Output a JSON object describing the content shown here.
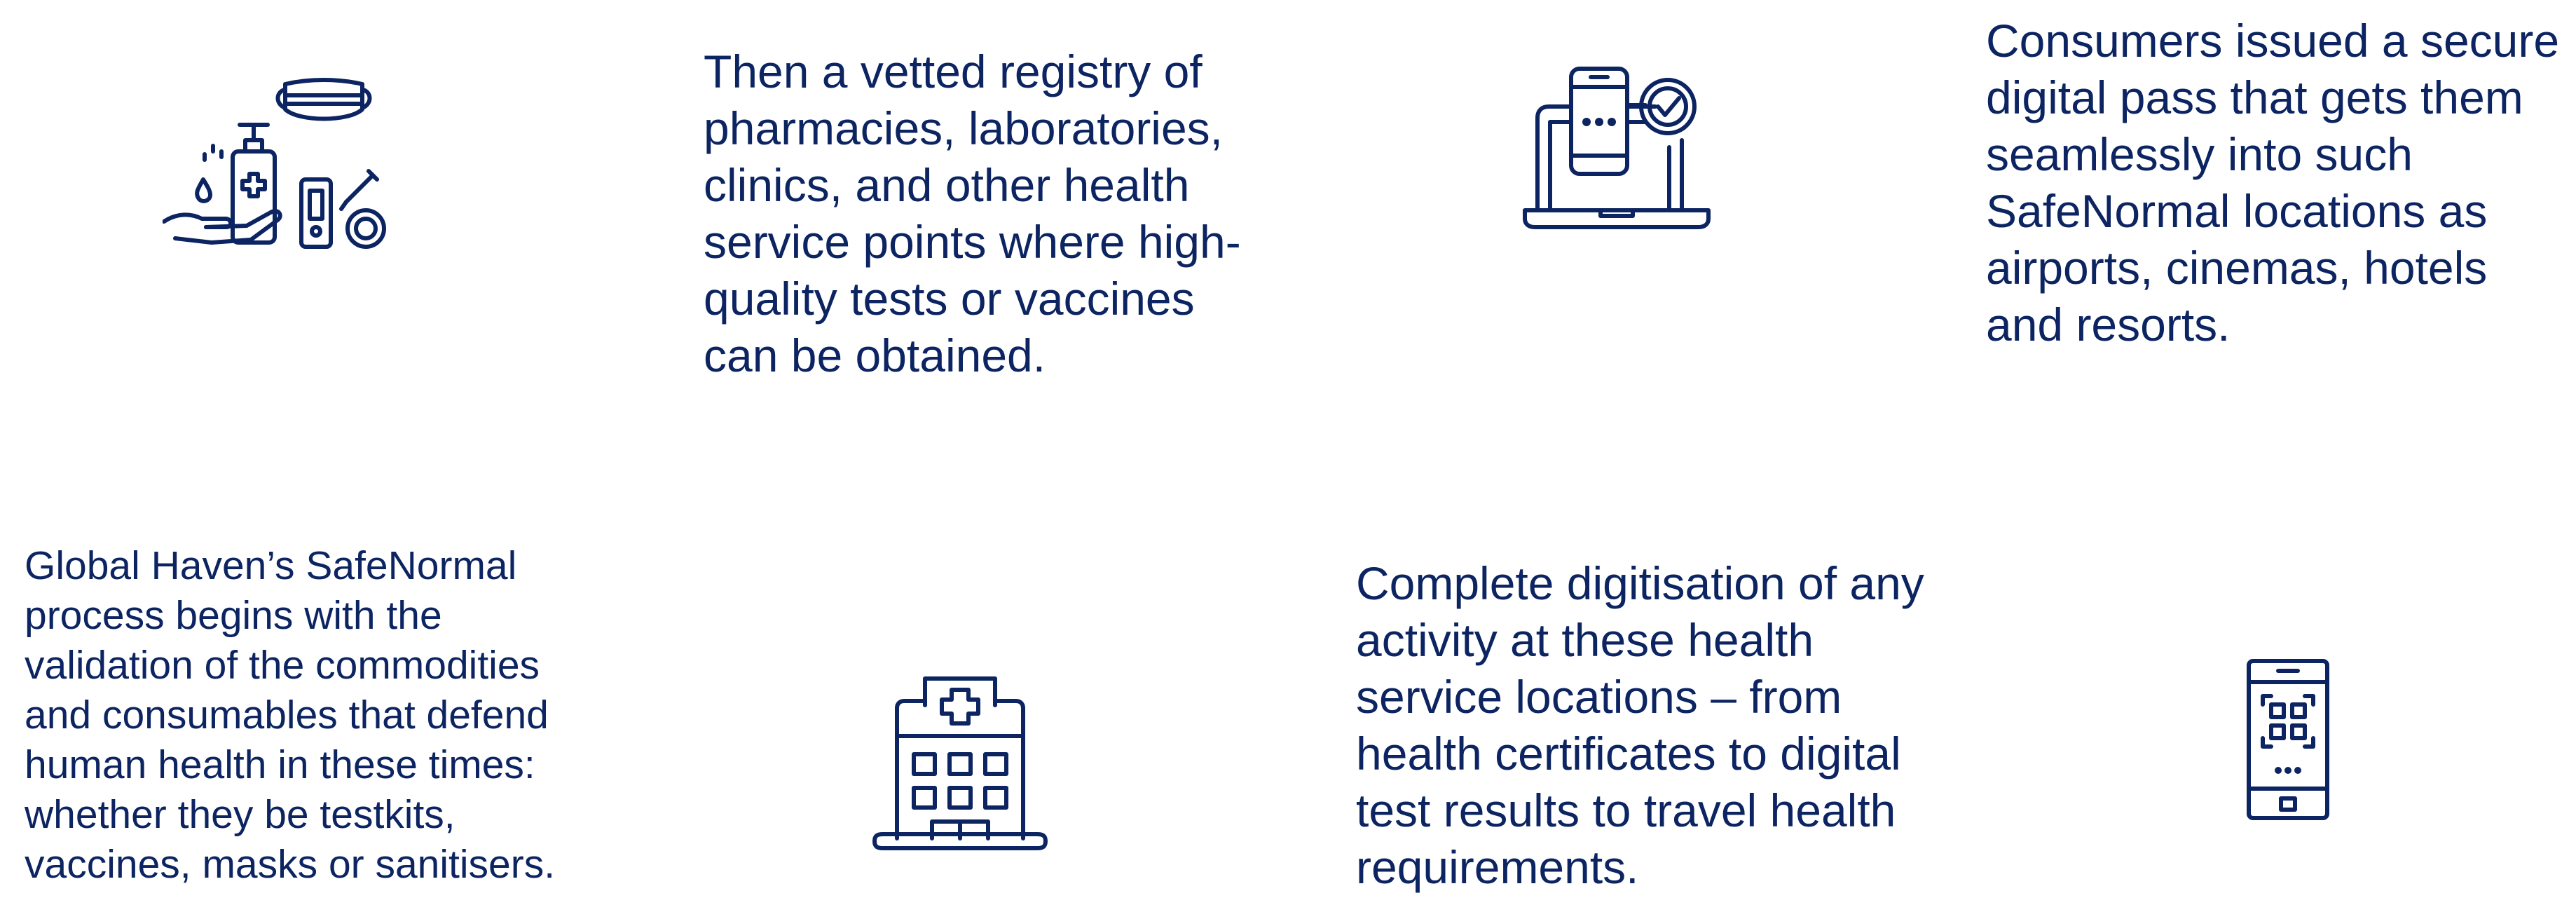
{
  "steps": [
    {
      "icon": "sanitiser-mask-testkit-icon",
      "text": "Then a vetted registry of pharmacies, laboratories, clinics, and other health service points where high-quality tests or vaccines can be obtained."
    },
    {
      "icon": "laptop-phone-check-icon",
      "text": "Consumers issued a secure digital pass that gets them seamlessly into such SafeNormal locations as airports, cinemas, hotels and resorts."
    },
    {
      "icon": "hospital-building-icon",
      "text": "Global Haven’s SafeNormal process begins with the validation of the commodities and consumables that defend human health in these times: whether they be testkits, vaccines, masks or sanitisers."
    },
    {
      "icon": "phone-qr-code-icon",
      "text": "Complete digitisation of any activity at these health service locations – from health certificates to digital test results to travel health requirements."
    }
  ],
  "colors": {
    "text": "#0c2461",
    "background": "#ffffff"
  }
}
